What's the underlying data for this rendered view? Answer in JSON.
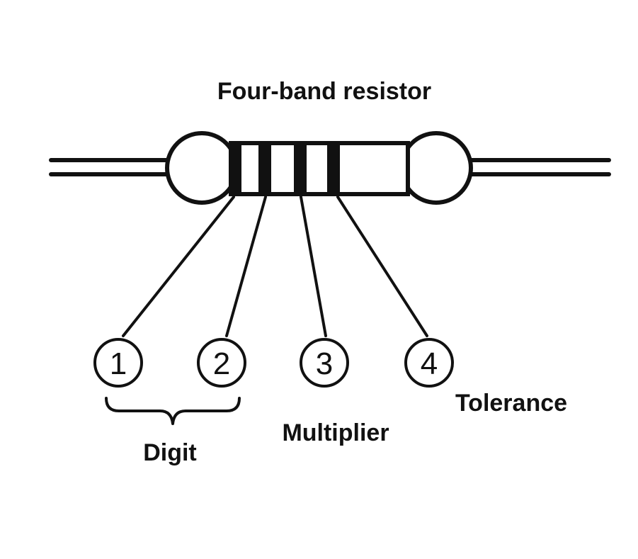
{
  "title": "Four-band resistor",
  "bands": [
    {
      "number": "1"
    },
    {
      "number": "2"
    },
    {
      "number": "3"
    },
    {
      "number": "4"
    }
  ],
  "labels": {
    "digit": "Digit",
    "multiplier": "Multiplier",
    "tolerance": "Tolerance"
  },
  "colors": {
    "ink": "#111111",
    "background": "#ffffff"
  }
}
